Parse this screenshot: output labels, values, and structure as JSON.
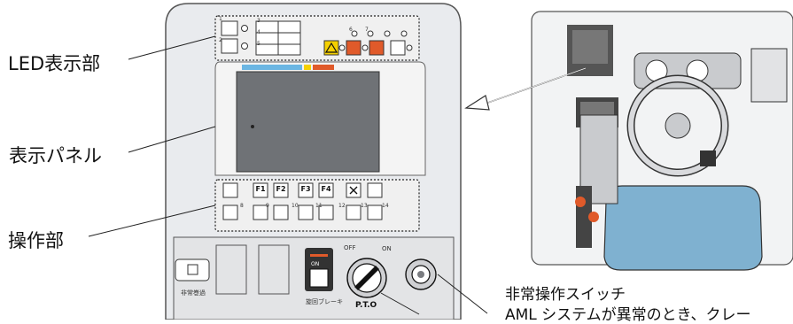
{
  "labels": {
    "led": "LED表示部",
    "panel": "表示パネル",
    "controls": "操作部",
    "emergency_switch": "非常操作スイッチ",
    "emergency_desc": "AML システムが異常のとき、クレー"
  },
  "device": {
    "keypad_row1": [
      "F1",
      "F2",
      "F3",
      "F4"
    ],
    "led_numbers": [
      "1",
      "2",
      "3",
      "4",
      "5",
      "6",
      "7",
      "8",
      "9",
      "10",
      "11",
      "12",
      "13",
      "14"
    ],
    "switch_on": "ON",
    "emergency_pass": "非常巻過",
    "swing_brake": "旋回ブレーキ",
    "pto_off": "OFF",
    "pto_on": "ON",
    "pto": "P.T.O"
  },
  "colors": {
    "panel_body": "#e9ebee",
    "screen": "#6f7276",
    "warning_yellow": "#f5d000",
    "warning_red": "#e05a2a",
    "seat_blue": "#7fb1d0",
    "cab_gray": "#d9dadd"
  }
}
